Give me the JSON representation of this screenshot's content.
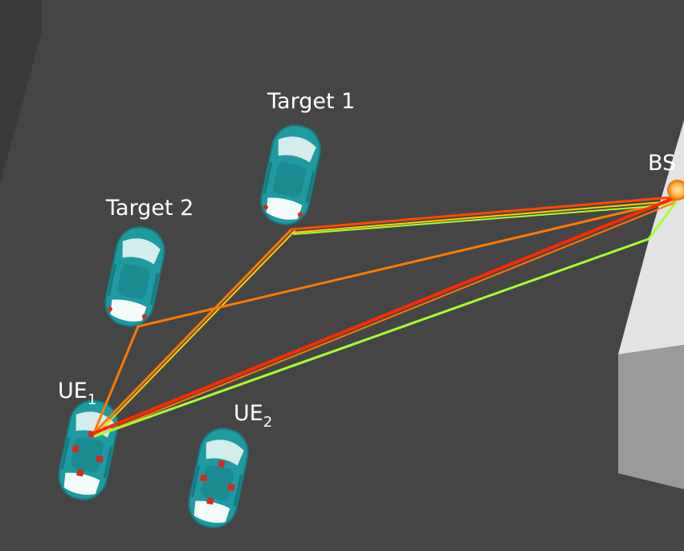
{
  "labels": {
    "target1": "Target 1",
    "target2": "Target 2",
    "ue1": "UE",
    "ue1_sub": "1",
    "ue2": "UE",
    "ue2_sub": "2",
    "bs": "BS"
  },
  "colors": {
    "ground": "#454545",
    "wall": "#3a3a3a",
    "building_top": "#e3e3e3",
    "building_side": "#9a9a9a",
    "car_body": "#1e9aa0",
    "car_glass": "#e9f5f5",
    "antenna": "#d42a1f",
    "path_red": "#ff2a00",
    "path_orange": "#ff7a00",
    "path_yellow": "#ffd000",
    "path_green": "#a8ff30"
  },
  "icons": {
    "target1": "car-top-icon",
    "target2": "car-top-icon",
    "ue1": "car-top-icon",
    "ue2": "car-top-icon",
    "bs": "base-station-icon"
  }
}
